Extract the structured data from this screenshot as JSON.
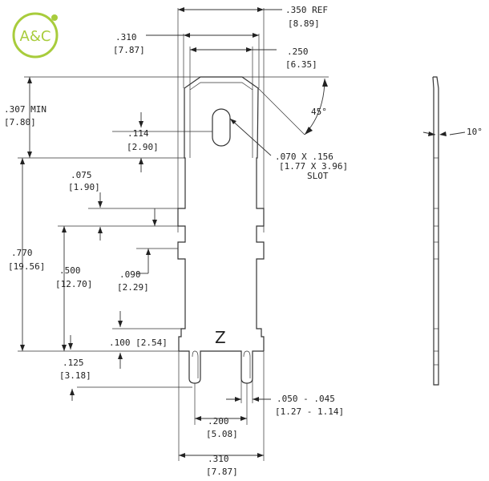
{
  "logo": {
    "text": "A&C",
    "color": "#a8cc3c"
  },
  "dims": {
    "width_ref": ".350  REF",
    "width_ref_mm": "[8.89]",
    "width_outer": ".310",
    "width_outer_mm": "[7.87]",
    "width_inner": ".250",
    "width_inner_mm": "[6.35]",
    "min_len": ".307 MIN",
    "min_len_mm": "[7.80]",
    "angle": "45°",
    "slot_offset": ".114",
    "slot_offset_mm": "[2.90]",
    "slot": ".070 X .156",
    "slot_mm": "[1.77 X 3.96]",
    "slot_label": "SLOT",
    "notch1": ".075",
    "notch1_mm": "[1.90]",
    "total_len": ".770",
    "total_len_mm": "[19.56]",
    "len_500": ".500",
    "len_500_mm": "[12.70]",
    "notch2": ".090",
    "notch2_mm": "[2.29]",
    "shoulder": ".100 [2.54]",
    "tail": ".125",
    "tail_mm": "[3.18]",
    "slit_pitch": ".200",
    "slit_pitch_mm": "[5.08]",
    "slit_width": ".050 - .045",
    "slit_width_mm": "[1.27 - 1.14]",
    "bottom_width": ".310",
    "bottom_width_mm": "[7.87]",
    "mark": "Z",
    "side_angle": "10°"
  }
}
